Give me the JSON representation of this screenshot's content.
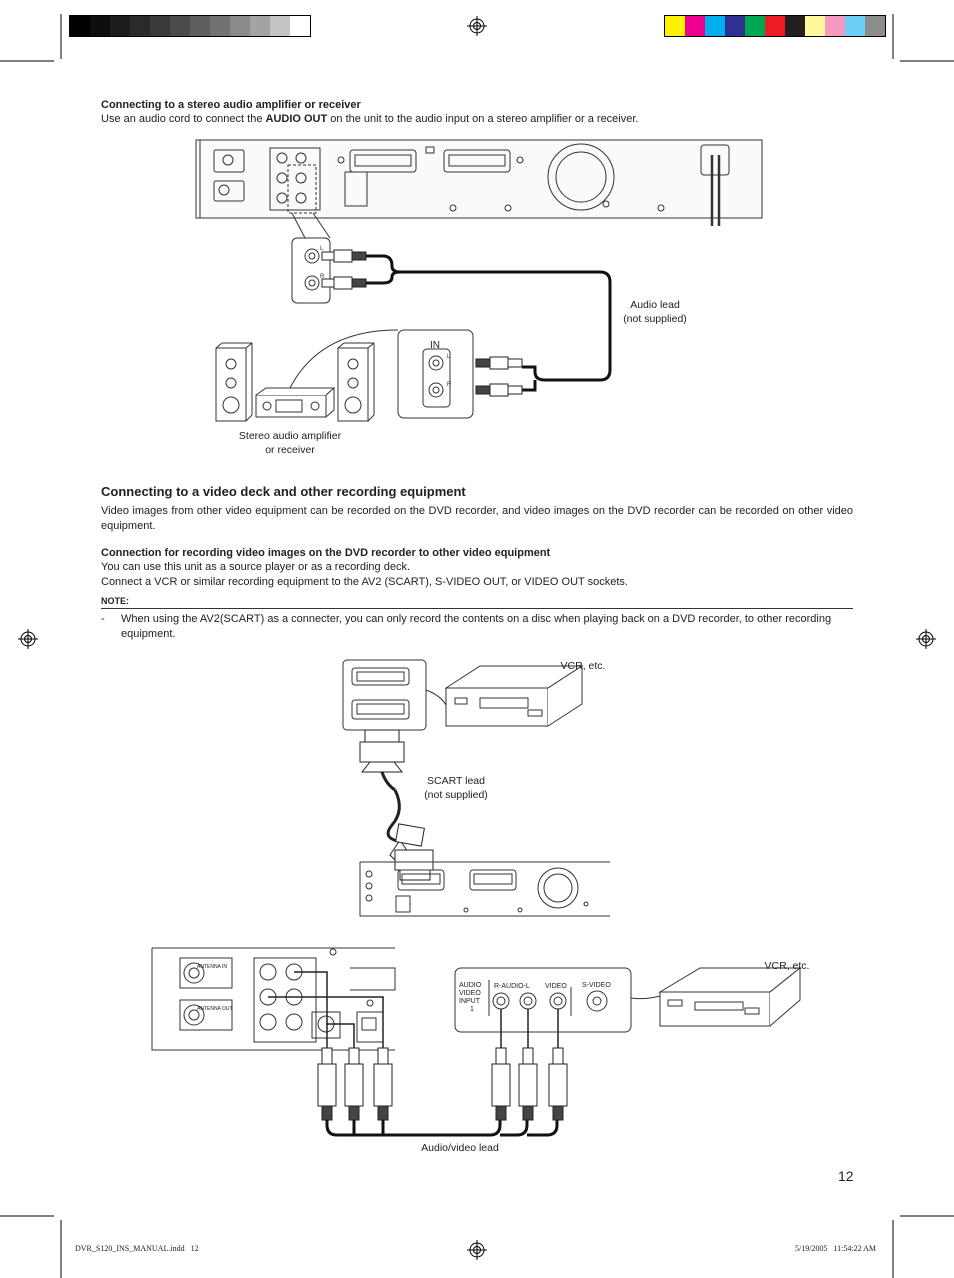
{
  "print_marks": {
    "gray_scale": [
      "#000000",
      "#0d0d0d",
      "#1c1c1c",
      "#2a2a2a",
      "#3a3a3a",
      "#4b4b4b",
      "#5e5e5e",
      "#727272",
      "#8a8a8a",
      "#a3a3a3",
      "#c4c4c4",
      "#ffffff"
    ],
    "color_bar": [
      "#fff200",
      "#ec008c",
      "#00aeef",
      "#2e3192",
      "#00a651",
      "#ed1c24",
      "#231f20",
      "#fff799",
      "#f49ac1",
      "#6dcff6",
      "#8c8c8c"
    ]
  },
  "section1": {
    "heading": "Connecting to a stereo audio amplifier or receiver",
    "text_before": "Use an audio cord to connect the ",
    "text_bold": "AUDIO OUT",
    "text_after": " on the unit to the audio input on a stereo amplifier or a receiver."
  },
  "diagram1": {
    "in_label": "IN",
    "l_label": "L",
    "r_label": "R",
    "audio_lead": [
      "Audio lead",
      "(not supplied)"
    ],
    "amplifier": [
      "Stereo audio amplifier",
      "or receiver"
    ]
  },
  "section2": {
    "heading": "Connecting to a video deck and other recording equipment",
    "intro": "Video images from other video equipment can be recorded on the DVD recorder, and video images on the DVD recorder can be recorded on other video equipment.",
    "subheading": "Connection for recording video images on the DVD recorder to other video equipment",
    "line1": "You can use this unit as a source player or as a recording deck.",
    "line2": "Connect a VCR or similar recording equipment to the AV2 (SCART), S-VIDEO OUT, or VIDEO OUT sockets.",
    "note_label": "NOTE:",
    "note_dash": "-",
    "note_text": "When using the AV2(SCART) as a connecter, you can only record the contents on a disc when playing back on a DVD recorder, to other recording equipment."
  },
  "diagram2": {
    "vcr": "VCR, etc.",
    "scart_lead": [
      "SCART lead",
      "(not supplied)"
    ]
  },
  "diagram3": {
    "vcr": "VCR, etc.",
    "input_label": [
      "AUDIO",
      "VIDEO",
      "INPUT",
      "1"
    ],
    "r_audio_l": "R-AUDIO-L",
    "video": "VIDEO",
    "s_video": "S-VIDEO",
    "av_lead": "Audio/video lead",
    "antenna_in": "ANTENNA IN",
    "antenna_out": "ANTENNA OUT"
  },
  "page_number": "12",
  "footer": {
    "file": "DVR_S120_INS_MANUAL.indd   12",
    "timestamp": "5/19/2005   11:54:22 AM"
  }
}
